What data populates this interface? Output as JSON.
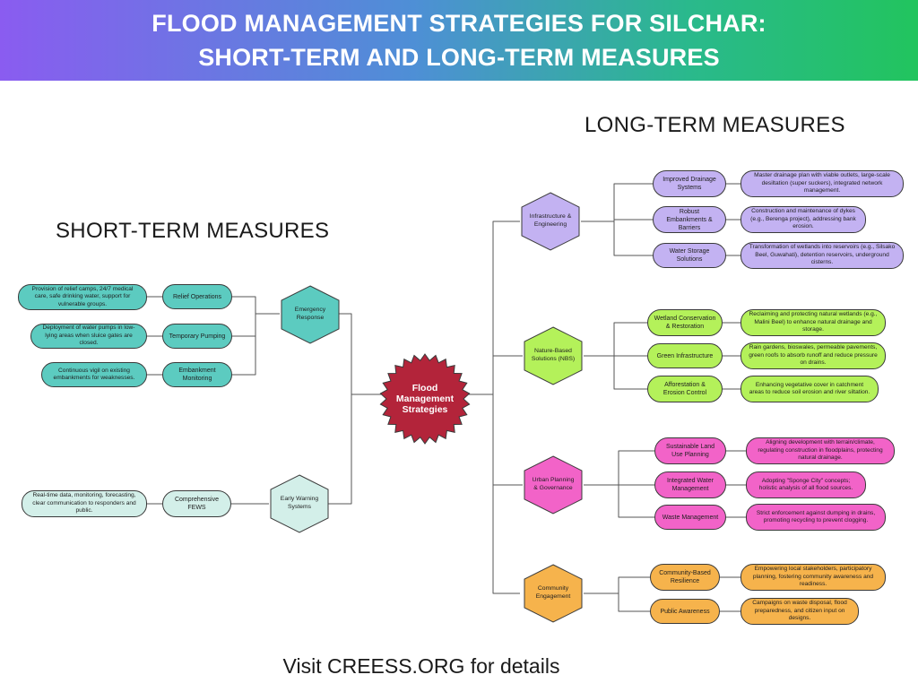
{
  "title": {
    "line1": "FLOOD MANAGEMENT STRATEGIES FOR SILCHAR:",
    "line2": "SHORT-TERM AND LONG-TERM MEASURES"
  },
  "sections": {
    "long_term": "LONG-TERM MEASURES",
    "short_term": "SHORT-TERM MEASURES"
  },
  "center": {
    "label": "Flood Management Strategies",
    "color": "#b3243a"
  },
  "short_term": [
    {
      "category": "Emergency Response",
      "color": "#5ccbc0",
      "items": [
        {
          "label": "Relief Operations",
          "desc": "Provision of relief camps, 24/7 medical care, safe drinking water, support for vulnerable groups."
        },
        {
          "label": "Temporary Pumping",
          "desc": "Deployment of water pumps in low-lying areas when sluice gates are closed."
        },
        {
          "label": "Embankment Monitoring",
          "desc": "Continuous vigil on existing embankments for weaknesses."
        }
      ]
    },
    {
      "category": "Early Warning Systems",
      "color": "#d3efe9",
      "items": [
        {
          "label": "Comprehensive FEWS",
          "desc": "Real-time data, monitoring, forecasting, clear communication to responders and public."
        }
      ]
    }
  ],
  "long_term": [
    {
      "category": "Infrastructure & Engineering",
      "color": "#c3b2f2",
      "items": [
        {
          "label": "Improved Drainage Systems",
          "desc": "Master drainage plan with viable outlets, large-scale desiltation (super suckers), integrated network management."
        },
        {
          "label": "Robust Embankments & Barriers",
          "desc": "Construction and maintenance of dykes (e.g., Berenga project), addressing bank erosion."
        },
        {
          "label": "Water Storage Solutions",
          "desc": "Transformation of wetlands into reservoirs (e.g., Silsako Beel, Guwahati), detention reservoirs, underground cisterns."
        }
      ]
    },
    {
      "category": "Nature-Based Solutions (NBS)",
      "color": "#b4f15a",
      "items": [
        {
          "label": "Wetland Conservation & Restoration",
          "desc": "Reclaiming and protecting natural wetlands (e.g., Malini Beel) to enhance natural drainage and storage."
        },
        {
          "label": "Green Infrastructure",
          "desc": "Rain gardens, bioswales, permeable pavements, green roofs to absorb runoff and reduce pressure on drains."
        },
        {
          "label": "Afforestation & Erosion Control",
          "desc": "Enhancing vegetative cover in catchment areas to reduce soil erosion and river siltation."
        }
      ]
    },
    {
      "category": "Urban Planning & Governance",
      "color": "#f263c8",
      "items": [
        {
          "label": "Sustainable Land Use Planning",
          "desc": "Aligning development with terrain/climate, regulating construction in floodplains, protecting natural drainage."
        },
        {
          "label": "Integrated Water Management",
          "desc": "Adopting \"Sponge City\" concepts; holistic analysis of all flood sources."
        },
        {
          "label": "Waste Management",
          "desc": "Strict enforcement against dumping in drains, promoting recycling to prevent clogging."
        }
      ]
    },
    {
      "category": "Community Engagement",
      "color": "#f6b34c",
      "items": [
        {
          "label": "Community-Based Resilience",
          "desc": "Empowering local stakeholders, participatory planning, fostering community awareness and readiness."
        },
        {
          "label": "Public Awareness",
          "desc": "Campaigns on waste disposal, flood preparedness, and citizen input on designs."
        }
      ]
    }
  ],
  "footer": "Visit CREESS.ORG for details"
}
